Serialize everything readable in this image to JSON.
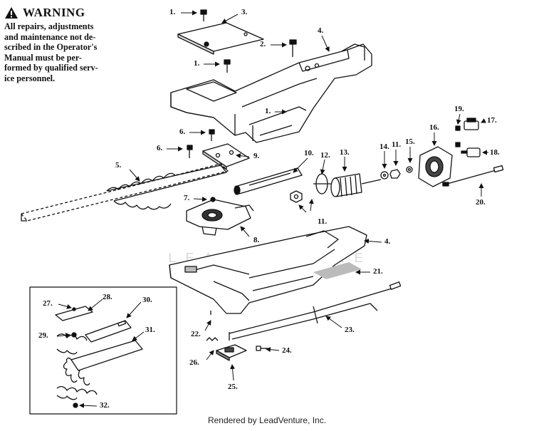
{
  "warning": {
    "title": "WARNING",
    "lines": [
      "All repairs, adjustments",
      "and maintenance not de-",
      "scribed in the Operator's",
      "Manual must be per-",
      "formed by qualified serv-",
      "ice personnel."
    ]
  },
  "callouts": {
    "c1a": "1.",
    "c1b": "1.",
    "c1c": "1.",
    "c2": "2.",
    "c3": "3.",
    "c4a": "4.",
    "c4b": "4.",
    "c5": "5.",
    "c6a": "6.",
    "c6b": "6.",
    "c7": "7.",
    "c8": "8.",
    "c9": "9.",
    "c10": "10.",
    "c11a": "11.",
    "c11b": "11.",
    "c12": "12.",
    "c13": "13.",
    "c14": "14.",
    "c15": "15.",
    "c16": "16.",
    "c17": "17.",
    "c18": "18.",
    "c19": "19.",
    "c20": "20.",
    "c21": "21.",
    "c22": "22.",
    "c23": "23.",
    "c24": "24.",
    "c25": "25.",
    "c26": "26.",
    "c27": "27.",
    "c28": "28.",
    "c29": "29.",
    "c30": "30.",
    "c31": "31.",
    "c32": "32."
  },
  "watermark": "LEADVENTURE",
  "footer": "Rendered by LeadVenture, Inc."
}
